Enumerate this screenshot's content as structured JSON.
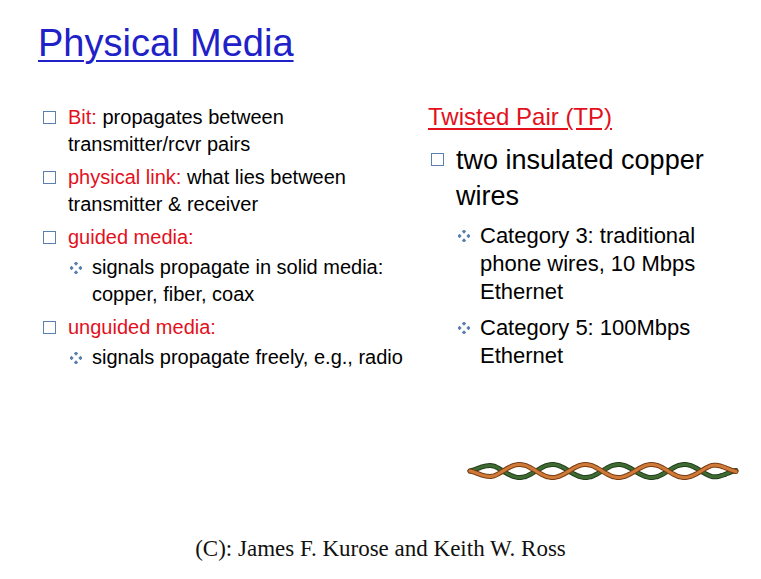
{
  "diagram": {
    "title": "Physical Media",
    "caption": "(C): James F. Kurose and Keith W. Ross",
    "labels": [
      "Bit:",
      "propagates between transmitter/rcvr pairs",
      "physical link:",
      "what lies between transmitter & receiver",
      "guided media:",
      "signals propagate in solid media: copper, fiber, coax",
      "unguided media:",
      "signals propagate freely, e.g., radio",
      "Twisted Pair (TP)",
      "two insulated copper wires",
      "Category 3: traditional phone wires, 10 Mbps Ethernet",
      "Category 5: 100Mbps Ethernet"
    ]
  }
}
